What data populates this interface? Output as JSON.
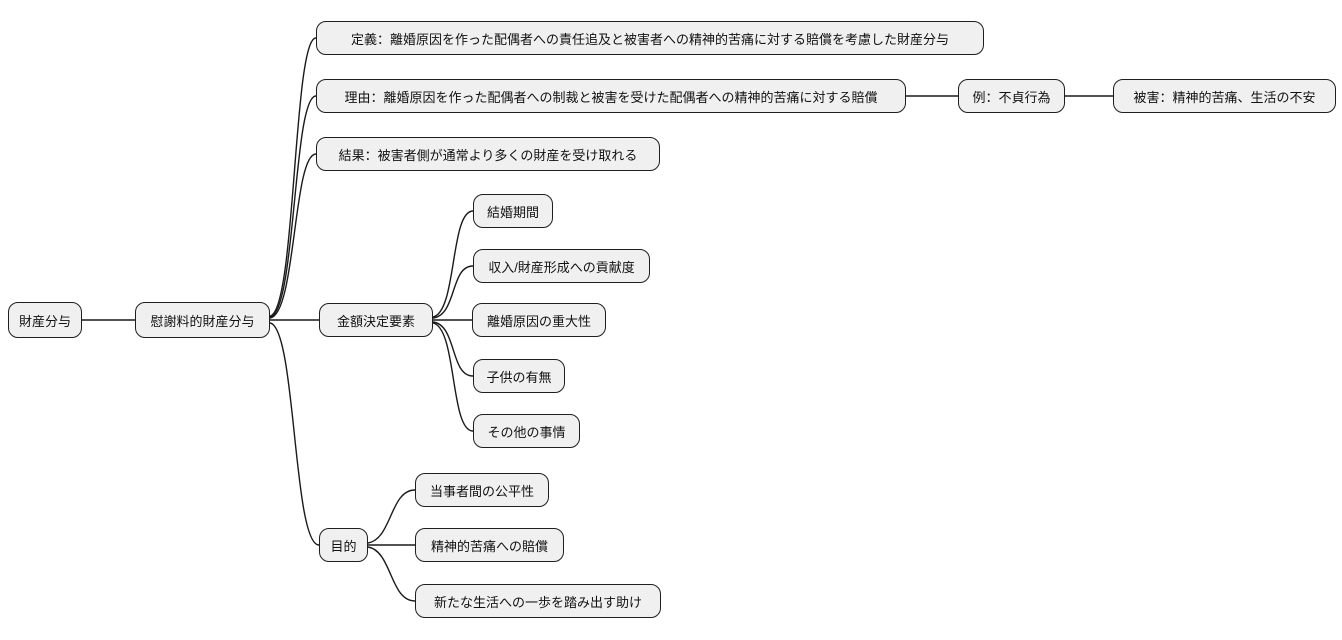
{
  "diagram": {
    "type": "mindmap",
    "language": "ja",
    "topic": "財産分与"
  },
  "colors": {
    "background": "#ffffff",
    "node_fill": "#f0f0f0",
    "node_border": "#1f1f1f",
    "edge": "#1a1a1a",
    "text": "#111111"
  },
  "nodes": {
    "root": {
      "label": "財産分与"
    },
    "consolation": {
      "label": "慰謝料的財産分与"
    },
    "definition": {
      "label": "定義：離婚原因を作った配偶者への責任追及と被害者への精神的苦痛に対する賠償を考慮した財産分与"
    },
    "reason": {
      "label": "理由：離婚原因を作った配偶者への制裁と被害を受けた配偶者への精神的苦痛に対する賠償"
    },
    "example": {
      "label": "例：不貞行為"
    },
    "damage": {
      "label": "被害：精神的苦痛、生活の不安"
    },
    "result": {
      "label": "結果：被害者側が通常より多くの財産を受け取れる"
    },
    "amount_factors": {
      "label": "金額決定要素"
    },
    "marriage_duration": {
      "label": "結婚期間"
    },
    "income_contribution": {
      "label": "収入/財産形成への貢献度"
    },
    "cause_severity": {
      "label": "離婚原因の重大性"
    },
    "children": {
      "label": "子供の有無"
    },
    "other_circumstances": {
      "label": "その他の事情"
    },
    "purpose": {
      "label": "目的"
    },
    "fairness": {
      "label": "当事者間の公平性"
    },
    "compensation": {
      "label": "精神的苦痛への賠償"
    },
    "new_life": {
      "label": "新たな生活への一歩を踏み出す助け"
    }
  },
  "edges": [
    {
      "from": "root",
      "to": "consolation"
    },
    {
      "from": "consolation",
      "to": "definition"
    },
    {
      "from": "consolation",
      "to": "reason"
    },
    {
      "from": "consolation",
      "to": "result"
    },
    {
      "from": "consolation",
      "to": "amount_factors"
    },
    {
      "from": "consolation",
      "to": "purpose"
    },
    {
      "from": "reason",
      "to": "example"
    },
    {
      "from": "example",
      "to": "damage"
    },
    {
      "from": "amount_factors",
      "to": "marriage_duration"
    },
    {
      "from": "amount_factors",
      "to": "income_contribution"
    },
    {
      "from": "amount_factors",
      "to": "cause_severity"
    },
    {
      "from": "amount_factors",
      "to": "children"
    },
    {
      "from": "amount_factors",
      "to": "other_circumstances"
    },
    {
      "from": "purpose",
      "to": "fairness"
    },
    {
      "from": "purpose",
      "to": "compensation"
    },
    {
      "from": "purpose",
      "to": "new_life"
    }
  ]
}
